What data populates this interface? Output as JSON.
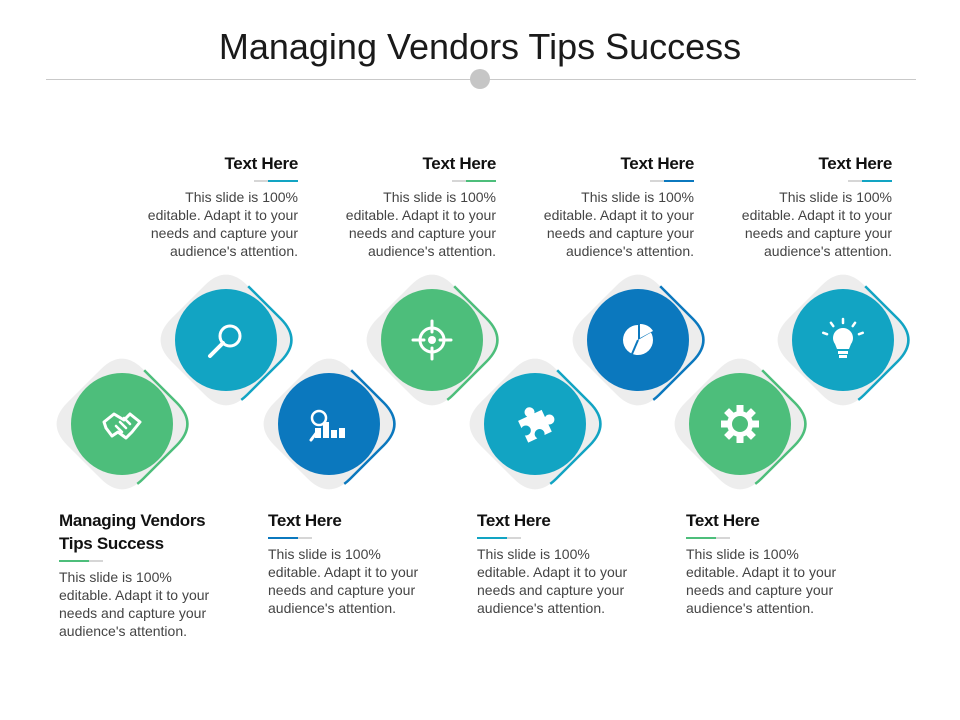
{
  "title": "Managing Vendors Tips Success",
  "colors": {
    "green": "#4DBE7B",
    "teal": "#12A4C3",
    "blue": "#0B78BE",
    "ring_gray": "#EDEDED"
  },
  "items": [
    {
      "heading": "Managing Vendors Tips Success",
      "body": "This slide is 100% editable. Adapt it to your needs and capture your audience's attention.",
      "color": "green",
      "icon": "handshake-icon"
    },
    {
      "heading": "Text Here",
      "body": "This slide is 100% editable. Adapt it to your needs and capture your audience's attention.",
      "color": "teal",
      "icon": "search-icon"
    },
    {
      "heading": "Text Here",
      "body": "This slide is 100% editable. Adapt it to your needs and capture your audience's attention.",
      "color": "blue",
      "icon": "chart-icon"
    },
    {
      "heading": "Text Here",
      "body": "This slide is 100% editable. Adapt it to your needs and capture your audience's attention.",
      "color": "green",
      "icon": "target-icon"
    },
    {
      "heading": "Text Here",
      "body": "This slide is 100% editable. Adapt it to your needs and capture your audience's attention.",
      "color": "teal",
      "icon": "puzzle-icon"
    },
    {
      "heading": "Text Here",
      "body": "This slide is 100% editable. Adapt it to your needs and capture your audience's attention.",
      "color": "blue",
      "icon": "pie-chart-icon"
    },
    {
      "heading": "Text Here",
      "body": "This slide is 100% editable. Adapt it to your needs and capture your audience's attention.",
      "color": "green",
      "icon": "gear-icon"
    },
    {
      "heading": "Text Here",
      "body": "This slide is 100% editable. Adapt it to your needs and capture your audience's attention.",
      "color": "teal",
      "icon": "lightbulb-icon"
    }
  ]
}
